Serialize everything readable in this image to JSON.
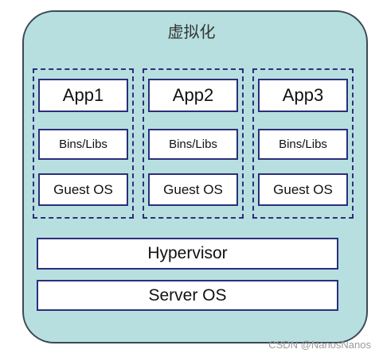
{
  "diagram": {
    "title": "虚拟化",
    "vms": [
      {
        "app": "App1",
        "bins": "Bins/Libs",
        "guest_os": "Guest OS"
      },
      {
        "app": "App2",
        "bins": "Bins/Libs",
        "guest_os": "Guest OS"
      },
      {
        "app": "App3",
        "bins": "Bins/Libs",
        "guest_os": "Guest OS"
      }
    ],
    "hypervisor": "Hypervisor",
    "server_os": "Server OS"
  },
  "watermark": "CSDN @NanosNanos",
  "colors": {
    "container_fill": "#b7dfe0",
    "box_border": "#2b2f7a",
    "box_fill": "#ffffff"
  }
}
